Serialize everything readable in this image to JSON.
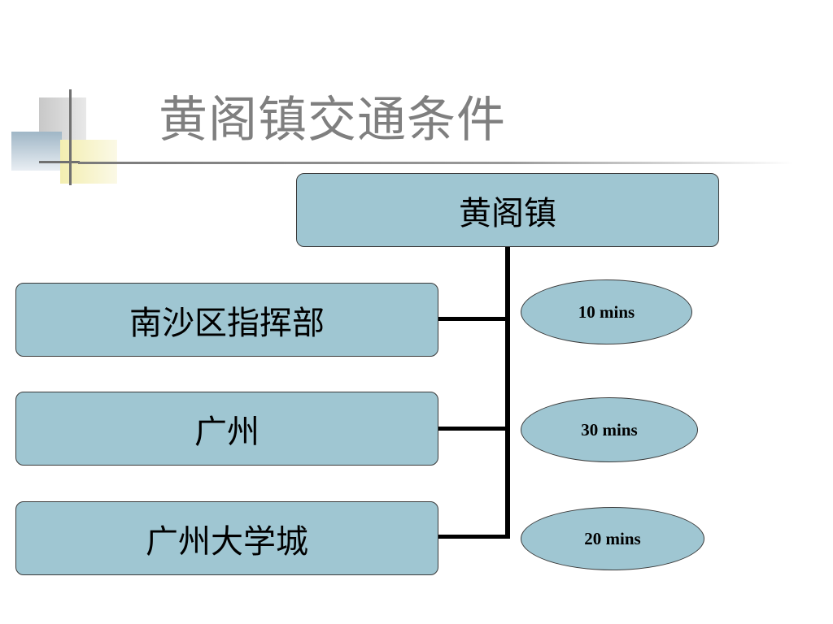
{
  "slide": {
    "title": "黄阁镇交通条件"
  },
  "diagram": {
    "root": "黄阁镇",
    "destinations": [
      {
        "label": "南沙区指挥部",
        "time": "10 mins"
      },
      {
        "label": "广州",
        "time": "30 mins"
      },
      {
        "label": "广州大学城",
        "time": "20 mins"
      }
    ]
  },
  "colors": {
    "node_fill": "#9fc6d2",
    "title_gray": "#7f7f7f",
    "accent_yellow": "#f3eeb0"
  }
}
